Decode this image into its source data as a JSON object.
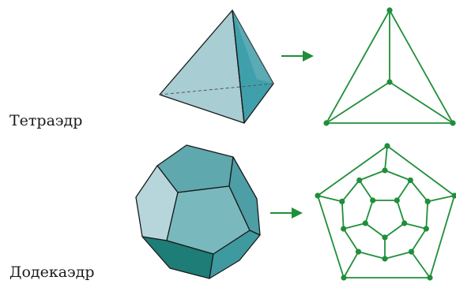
{
  "labels": {
    "tetrahedron": "Тетраэдр",
    "dodecahedron": "Додекаэдр"
  },
  "colors": {
    "graph": "#1f8f3a",
    "solid_light": "#a8cdd2",
    "solid_mid": "#6fb3b8",
    "solid_dark": "#3f9da3",
    "solid_deep": "#1e7d76",
    "solid_outline": "#1a1a1a",
    "arrow": "#1f8f3a"
  },
  "icons": {
    "tetra_arrow": "right-arrow-icon",
    "dodeca_arrow": "right-arrow-icon"
  },
  "graphs": {
    "tetrahedron": {
      "vertices": 4,
      "edges": [
        [
          0,
          1
        ],
        [
          0,
          2
        ],
        [
          0,
          3
        ],
        [
          1,
          2
        ],
        [
          1,
          3
        ],
        [
          2,
          3
        ]
      ]
    },
    "dodecahedron": {
      "vertices": 20,
      "edges": [
        [
          0,
          1
        ],
        [
          1,
          2
        ],
        [
          2,
          3
        ],
        [
          3,
          4
        ],
        [
          4,
          0
        ],
        [
          0,
          5
        ],
        [
          1,
          6
        ],
        [
          2,
          7
        ],
        [
          3,
          8
        ],
        [
          4,
          9
        ],
        [
          5,
          10
        ],
        [
          10,
          6
        ],
        [
          6,
          11
        ],
        [
          11,
          7
        ],
        [
          7,
          12
        ],
        [
          12,
          8
        ],
        [
          8,
          13
        ],
        [
          13,
          9
        ],
        [
          9,
          14
        ],
        [
          14,
          5
        ],
        [
          10,
          15
        ],
        [
          11,
          16
        ],
        [
          12,
          17
        ],
        [
          13,
          18
        ],
        [
          14,
          19
        ],
        [
          15,
          16
        ],
        [
          16,
          17
        ],
        [
          17,
          18
        ],
        [
          18,
          19
        ],
        [
          19,
          15
        ]
      ]
    }
  }
}
